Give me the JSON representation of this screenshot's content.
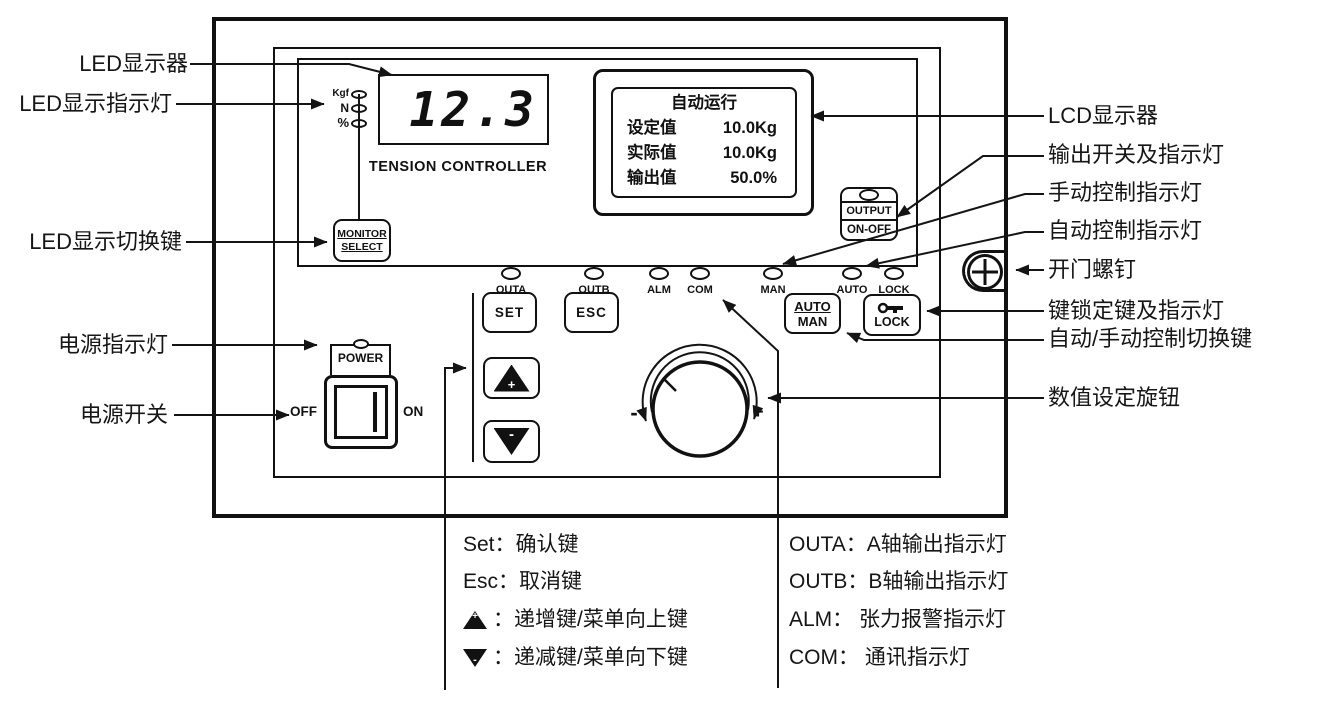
{
  "device": {
    "led_display": {
      "value": "12.3",
      "caption": "TENSION CONTROLLER"
    },
    "unit_leds": [
      {
        "label": "Kgf"
      },
      {
        "label": "N"
      },
      {
        "label": "%"
      }
    ],
    "monitor_select_button": {
      "line1": "MONITOR",
      "line2": "SELECT"
    },
    "lcd": {
      "title": "自动运行",
      "rows": [
        {
          "label": "设定值",
          "value": "10.0Kg"
        },
        {
          "label": "实际值",
          "value": "10.0Kg"
        },
        {
          "label": "输出值",
          "value": "50.0%"
        }
      ]
    },
    "output_button": {
      "line1": "OUTPUT",
      "line2": "ON-OFF"
    },
    "status_leds": [
      {
        "label": "OUTA"
      },
      {
        "label": "OUTB"
      },
      {
        "label": "ALM"
      },
      {
        "label": "COM"
      },
      {
        "label": "MAN"
      },
      {
        "label": "AUTO"
      },
      {
        "label": "LOCK"
      }
    ],
    "set_button": "SET",
    "esc_button": "ESC",
    "auto_man_button": {
      "line1": "AUTO",
      "line2": "MAN"
    },
    "lock_button": {
      "label": "LOCK"
    },
    "up_button_symbol": "+",
    "down_button_symbol": "-",
    "power": {
      "label": "POWER",
      "off": "OFF",
      "on": "ON"
    },
    "knob": {
      "minus": "-",
      "plus": "+"
    }
  },
  "callouts": {
    "left": [
      "LED显示器",
      "LED显示指示灯",
      "LED显示切换键",
      "电源指示灯",
      "电源开关"
    ],
    "right": [
      "LCD显示器",
      "输出开关及指示灯",
      "手动控制指示灯",
      "自动控制指示灯",
      "开门螺钉",
      "键锁定键及指示灯",
      "自动/手动控制切换键",
      "数值设定旋钮"
    ]
  },
  "legend": {
    "left": [
      {
        "text": "Set：确认键"
      },
      {
        "text": "Esc：取消键"
      },
      {
        "icon": "up-triangle",
        "icon_symbol": "+",
        "text": "：递增键/菜单向上键"
      },
      {
        "icon": "down-triangle",
        "icon_symbol": "-",
        "text": "：递减键/菜单向下键"
      }
    ],
    "right": [
      {
        "text": "OUTA：A轴输出指示灯"
      },
      {
        "text": "OUTB：B轴输出指示灯"
      },
      {
        "text": "ALM： 张力报警指示灯"
      },
      {
        "text": "COM： 通讯指示灯"
      }
    ]
  },
  "colors": {
    "ink": "#111111",
    "background": "#ffffff"
  }
}
